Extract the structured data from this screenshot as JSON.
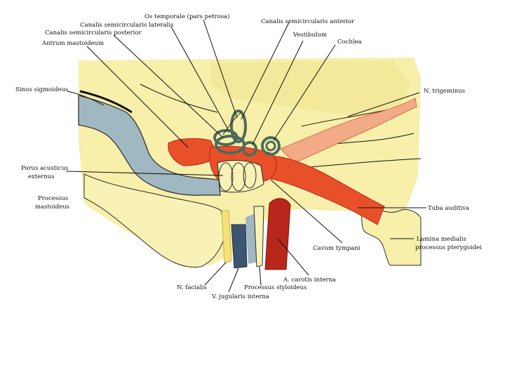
{
  "figure": {
    "colors": {
      "bone": "#f7efaa",
      "bone_dark": "#eee08a",
      "red": "#e8502a",
      "dark_red": "#b9261c",
      "blue_gray": "#9fb8c2",
      "dark_blue": "#3e5572",
      "labyrinth": "#4d6b5b",
      "outline": "#2b2b2b"
    },
    "labels": {
      "os_temporale": "Os temporale (pars petrosa)",
      "canalis_lat": "Canalis semicircularis lateralis",
      "canalis_ant": "Canalis semicircularis anterior",
      "canalis_post": "Canalis semicircularis posterior",
      "vestibulum": "Vestibulum",
      "antrum": "Antrum mastoideum",
      "cochlea": "Cochlea",
      "sinus": "Sinus sigmoideus",
      "trigeminus": "N. trigeminus",
      "porus_1": "Porus acusticus",
      "porus_2": "externus",
      "processus_mast_1": "Processus",
      "processus_mast_2": "mastoideus",
      "tuba": "Tuba auditiva",
      "lamina_1": "Lamina medialis",
      "lamina_2": "processus pterygoidei",
      "cavum": "Cavum tympani",
      "carotis": "A. carotis interna",
      "facialis": "N. facialis",
      "styloideus": "Processus styloideus",
      "jugularis": "V. jugularis interna"
    }
  }
}
